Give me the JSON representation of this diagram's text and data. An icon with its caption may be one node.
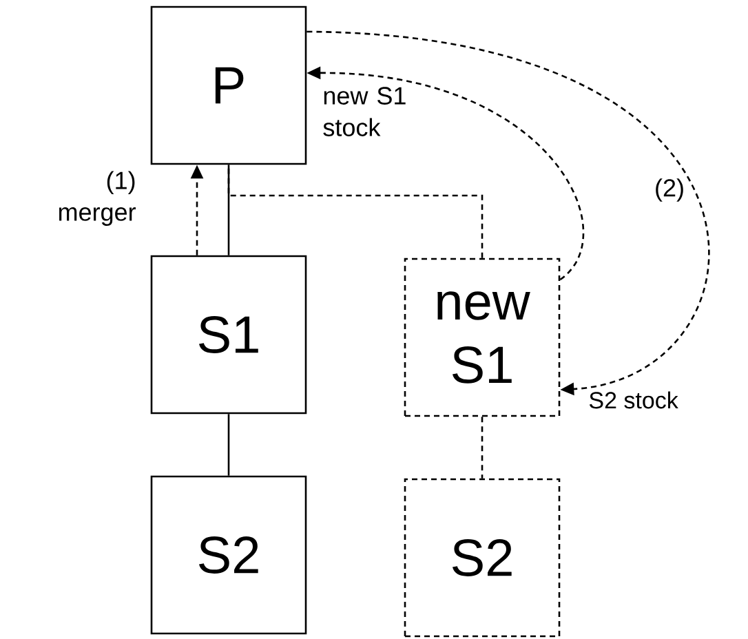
{
  "diagram": {
    "nodes": [
      {
        "text": [
          "P"
        ]
      },
      {
        "text": [
          "S1"
        ]
      },
      {
        "text": [
          "S2"
        ]
      },
      {
        "text": [
          "new S1"
        ]
      },
      {
        "text": [
          "S2"
        ]
      }
    ],
    "edges": [
      {
        "from": 0,
        "to": 1,
        "arrow": "none"
      },
      {
        "from": 1,
        "to": 0,
        "arrow": "to",
        "style": "dashed",
        "label": "(1) merger"
      },
      {
        "from": 3,
        "to": 0,
        "arrow": "none",
        "style": "dashed"
      },
      {
        "from": 1,
        "to": 2,
        "arrow": "none"
      },
      {
        "from": 3,
        "to": 4,
        "arrow": "none",
        "style": "dashed"
      },
      {
        "from": 3,
        "to": 0,
        "arrow": "to",
        "style": "dashed",
        "label": "new S1 stock"
      },
      {
        "from": 0,
        "to": 3,
        "arrow": "to",
        "style": "dashed",
        "label": "S2 stock"
      }
    ],
    "labels": [
      "(2)"
    ]
  }
}
